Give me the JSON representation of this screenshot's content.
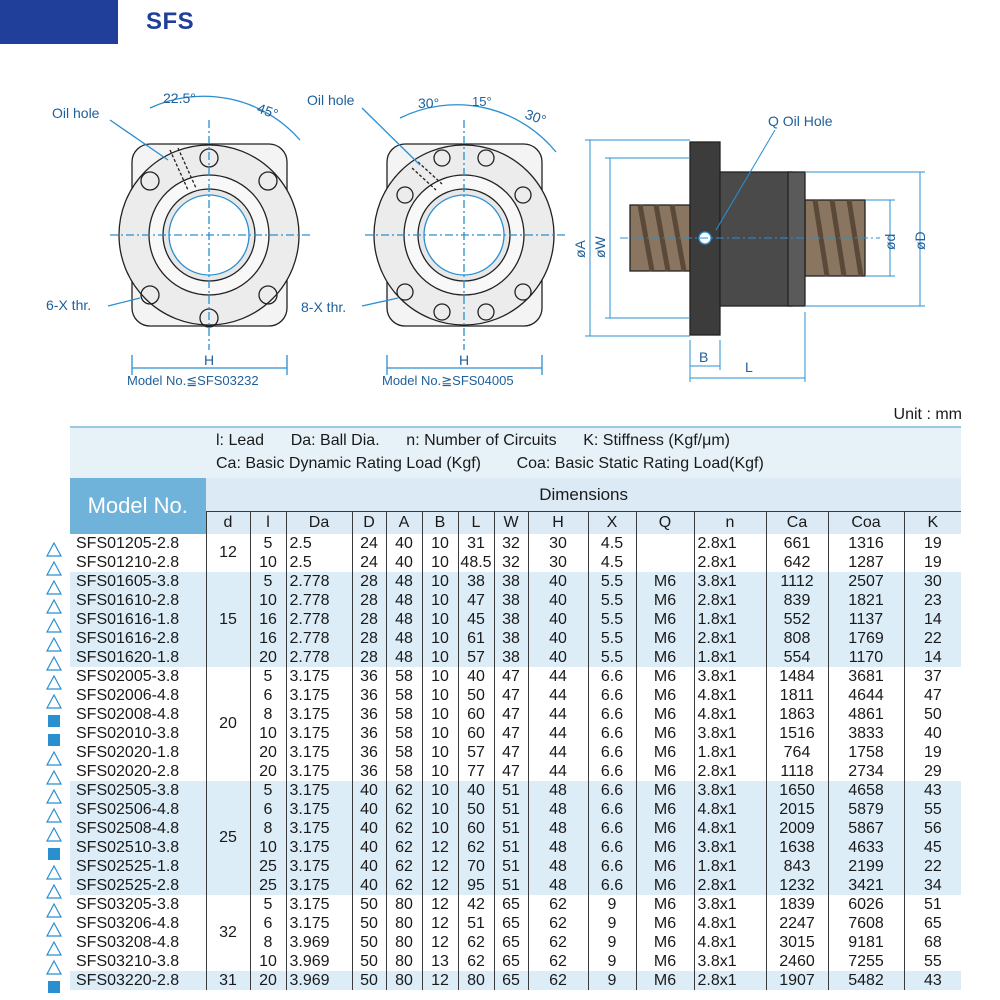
{
  "header": {
    "brand": "SFS"
  },
  "drawing": {
    "left": {
      "oil_hole": "Oil hole",
      "angle1": "22.5°",
      "angle2": "45°",
      "thread": "6-X thr.",
      "width": "H",
      "model_note": "Model No.≦SFS03232"
    },
    "middle": {
      "oil_hole": "Oil hole",
      "angle1": "30°",
      "angle2": "15°",
      "angle3": "30°",
      "thread": "8-X thr.",
      "width": "H",
      "model_note": "Model No.≧SFS04005"
    },
    "side": {
      "q_label": "Q Oil Hole",
      "dia_a": "øA",
      "dia_w": "øW",
      "dia_d_small": "ød",
      "dia_d": "øD",
      "b_label": "B",
      "l_label": "L"
    }
  },
  "unit": "Unit : mm",
  "legend": {
    "line1": "l: Lead      Da: Ball Dia.      n: Number of Circuits      K: Stiffness (Kgf/μm)",
    "line2": "Ca: Basic Dynamic Rating Load (Kgf)        Coa: Basic Static Rating Load(Kgf)"
  },
  "table": {
    "model_header": "Model No.",
    "dimensions_header": "Dimensions",
    "columns": [
      "d",
      "l",
      "Da",
      "D",
      "A",
      "B",
      "L",
      "W",
      "H",
      "X",
      "Q",
      "n",
      "Ca",
      "Coa",
      "K"
    ],
    "groups": [
      {
        "d": "12",
        "rows": [
          {
            "mark": "triangle",
            "model": "SFS01205-2.8",
            "l": "5",
            "Da": "2.5",
            "D": "24",
            "A": "40",
            "B": "10",
            "L": "31",
            "W": "32",
            "H": "30",
            "X": "4.5",
            "Q": "",
            "n": "2.8x1",
            "Ca": "661",
            "Coa": "1316",
            "K": "19"
          },
          {
            "mark": "triangle",
            "model": "SFS01210-2.8",
            "l": "10",
            "Da": "2.5",
            "D": "24",
            "A": "40",
            "B": "10",
            "L": "48.5",
            "W": "32",
            "H": "30",
            "X": "4.5",
            "Q": "",
            "n": "2.8x1",
            "Ca": "642",
            "Coa": "1287",
            "K": "19"
          }
        ]
      },
      {
        "d": "15",
        "rows": [
          {
            "mark": "triangle",
            "model": "SFS01605-3.8",
            "l": "5",
            "Da": "2.778",
            "D": "28",
            "A": "48",
            "B": "10",
            "L": "38",
            "W": "38",
            "H": "40",
            "X": "5.5",
            "Q": "M6",
            "n": "3.8x1",
            "Ca": "1112",
            "Coa": "2507",
            "K": "30"
          },
          {
            "mark": "triangle",
            "model": "SFS01610-2.8",
            "l": "10",
            "Da": "2.778",
            "D": "28",
            "A": "48",
            "B": "10",
            "L": "47",
            "W": "38",
            "H": "40",
            "X": "5.5",
            "Q": "M6",
            "n": "2.8x1",
            "Ca": "839",
            "Coa": "1821",
            "K": "23"
          },
          {
            "mark": "triangle",
            "model": "SFS01616-1.8",
            "l": "16",
            "Da": "2.778",
            "D": "28",
            "A": "48",
            "B": "10",
            "L": "45",
            "W": "38",
            "H": "40",
            "X": "5.5",
            "Q": "M6",
            "n": "1.8x1",
            "Ca": "552",
            "Coa": "1137",
            "K": "14"
          },
          {
            "mark": "triangle",
            "model": "SFS01616-2.8",
            "l": "16",
            "Da": "2.778",
            "D": "28",
            "A": "48",
            "B": "10",
            "L": "61",
            "W": "38",
            "H": "40",
            "X": "5.5",
            "Q": "M6",
            "n": "2.8x1",
            "Ca": "808",
            "Coa": "1769",
            "K": "22"
          },
          {
            "mark": "triangle",
            "model": "SFS01620-1.8",
            "l": "20",
            "Da": "2.778",
            "D": "28",
            "A": "48",
            "B": "10",
            "L": "57",
            "W": "38",
            "H": "40",
            "X": "5.5",
            "Q": "M6",
            "n": "1.8x1",
            "Ca": "554",
            "Coa": "1170",
            "K": "14"
          }
        ]
      },
      {
        "d": "20",
        "rows": [
          {
            "mark": "triangle",
            "model": "SFS02005-3.8",
            "l": "5",
            "Da": "3.175",
            "D": "36",
            "A": "58",
            "B": "10",
            "L": "40",
            "W": "47",
            "H": "44",
            "X": "6.6",
            "Q": "M6",
            "n": "3.8x1",
            "Ca": "1484",
            "Coa": "3681",
            "K": "37"
          },
          {
            "mark": "triangle",
            "model": "SFS02006-4.8",
            "l": "6",
            "Da": "3.175",
            "D": "36",
            "A": "58",
            "B": "10",
            "L": "50",
            "W": "47",
            "H": "44",
            "X": "6.6",
            "Q": "M6",
            "n": "4.8x1",
            "Ca": "1811",
            "Coa": "4644",
            "K": "47"
          },
          {
            "mark": "square",
            "model": "SFS02008-4.8",
            "l": "8",
            "Da": "3.175",
            "D": "36",
            "A": "58",
            "B": "10",
            "L": "60",
            "W": "47",
            "H": "44",
            "X": "6.6",
            "Q": "M6",
            "n": "4.8x1",
            "Ca": "1863",
            "Coa": "4861",
            "K": "50"
          },
          {
            "mark": "square",
            "model": "SFS02010-3.8",
            "l": "10",
            "Da": "3.175",
            "D": "36",
            "A": "58",
            "B": "10",
            "L": "60",
            "W": "47",
            "H": "44",
            "X": "6.6",
            "Q": "M6",
            "n": "3.8x1",
            "Ca": "1516",
            "Coa": "3833",
            "K": "40"
          },
          {
            "mark": "triangle",
            "model": "SFS02020-1.8",
            "l": "20",
            "Da": "3.175",
            "D": "36",
            "A": "58",
            "B": "10",
            "L": "57",
            "W": "47",
            "H": "44",
            "X": "6.6",
            "Q": "M6",
            "n": "1.8x1",
            "Ca": "764",
            "Coa": "1758",
            "K": "19"
          },
          {
            "mark": "triangle",
            "model": "SFS02020-2.8",
            "l": "20",
            "Da": "3.175",
            "D": "36",
            "A": "58",
            "B": "10",
            "L": "77",
            "W": "47",
            "H": "44",
            "X": "6.6",
            "Q": "M6",
            "n": "2.8x1",
            "Ca": "1118",
            "Coa": "2734",
            "K": "29"
          }
        ]
      },
      {
        "d": "25",
        "rows": [
          {
            "mark": "triangle",
            "model": "SFS02505-3.8",
            "l": "5",
            "Da": "3.175",
            "D": "40",
            "A": "62",
            "B": "10",
            "L": "40",
            "W": "51",
            "H": "48",
            "X": "6.6",
            "Q": "M6",
            "n": "3.8x1",
            "Ca": "1650",
            "Coa": "4658",
            "K": "43"
          },
          {
            "mark": "triangle",
            "model": "SFS02506-4.8",
            "l": "6",
            "Da": "3.175",
            "D": "40",
            "A": "62",
            "B": "10",
            "L": "50",
            "W": "51",
            "H": "48",
            "X": "6.6",
            "Q": "M6",
            "n": "4.8x1",
            "Ca": "2015",
            "Coa": "5879",
            "K": "55"
          },
          {
            "mark": "triangle",
            "model": "SFS02508-4.8",
            "l": "8",
            "Da": "3.175",
            "D": "40",
            "A": "62",
            "B": "10",
            "L": "60",
            "W": "51",
            "H": "48",
            "X": "6.6",
            "Q": "M6",
            "n": "4.8x1",
            "Ca": "2009",
            "Coa": "5867",
            "K": "56"
          },
          {
            "mark": "square",
            "model": "SFS02510-3.8",
            "l": "10",
            "Da": "3.175",
            "D": "40",
            "A": "62",
            "B": "12",
            "L": "62",
            "W": "51",
            "H": "48",
            "X": "6.6",
            "Q": "M6",
            "n": "3.8x1",
            "Ca": "1638",
            "Coa": "4633",
            "K": "45"
          },
          {
            "mark": "triangle",
            "model": "SFS02525-1.8",
            "l": "25",
            "Da": "3.175",
            "D": "40",
            "A": "62",
            "B": "12",
            "L": "70",
            "W": "51",
            "H": "48",
            "X": "6.6",
            "Q": "M6",
            "n": "1.8x1",
            "Ca": "843",
            "Coa": "2199",
            "K": "22"
          },
          {
            "mark": "triangle",
            "model": "SFS02525-2.8",
            "l": "25",
            "Da": "3.175",
            "D": "40",
            "A": "62",
            "B": "12",
            "L": "95",
            "W": "51",
            "H": "48",
            "X": "6.6",
            "Q": "M6",
            "n": "2.8x1",
            "Ca": "1232",
            "Coa": "3421",
            "K": "34"
          }
        ]
      },
      {
        "d": "32",
        "rows": [
          {
            "mark": "triangle",
            "model": "SFS03205-3.8",
            "l": "5",
            "Da": "3.175",
            "D": "50",
            "A": "80",
            "B": "12",
            "L": "42",
            "W": "65",
            "H": "62",
            "X": "9",
            "Q": "M6",
            "n": "3.8x1",
            "Ca": "1839",
            "Coa": "6026",
            "K": "51"
          },
          {
            "mark": "triangle",
            "model": "SFS03206-4.8",
            "l": "6",
            "Da": "3.175",
            "D": "50",
            "A": "80",
            "B": "12",
            "L": "51",
            "W": "65",
            "H": "62",
            "X": "9",
            "Q": "M6",
            "n": "4.8x1",
            "Ca": "2247",
            "Coa": "7608",
            "K": "65"
          },
          {
            "mark": "triangle",
            "model": "SFS03208-4.8",
            "l": "8",
            "Da": "3.969",
            "D": "50",
            "A": "80",
            "B": "12",
            "L": "62",
            "W": "65",
            "H": "62",
            "X": "9",
            "Q": "M6",
            "n": "4.8x1",
            "Ca": "3015",
            "Coa": "9181",
            "K": "68"
          },
          {
            "mark": "triangle",
            "model": "SFS03210-3.8",
            "l": "10",
            "Da": "3.969",
            "D": "50",
            "A": "80",
            "B": "13",
            "L": "62",
            "W": "65",
            "H": "62",
            "X": "9",
            "Q": "M6",
            "n": "3.8x1",
            "Ca": "2460",
            "Coa": "7255",
            "K": "55"
          }
        ]
      },
      {
        "d": "31",
        "rows": [
          {
            "mark": "square",
            "model": "SFS03220-2.8",
            "l": "20",
            "Da": "3.969",
            "D": "50",
            "A": "80",
            "B": "12",
            "L": "80",
            "W": "65",
            "H": "62",
            "X": "9",
            "Q": "M6",
            "n": "2.8x1",
            "Ca": "1907",
            "Coa": "5482",
            "K": "43"
          }
        ]
      }
    ]
  },
  "colors": {
    "brand": "#1f3f9a",
    "header_blue": "#6fb3da",
    "band_blue": "#dcedf8",
    "drawing_line": "#2a8fd0",
    "mark_blue": "#2a8fd0"
  }
}
